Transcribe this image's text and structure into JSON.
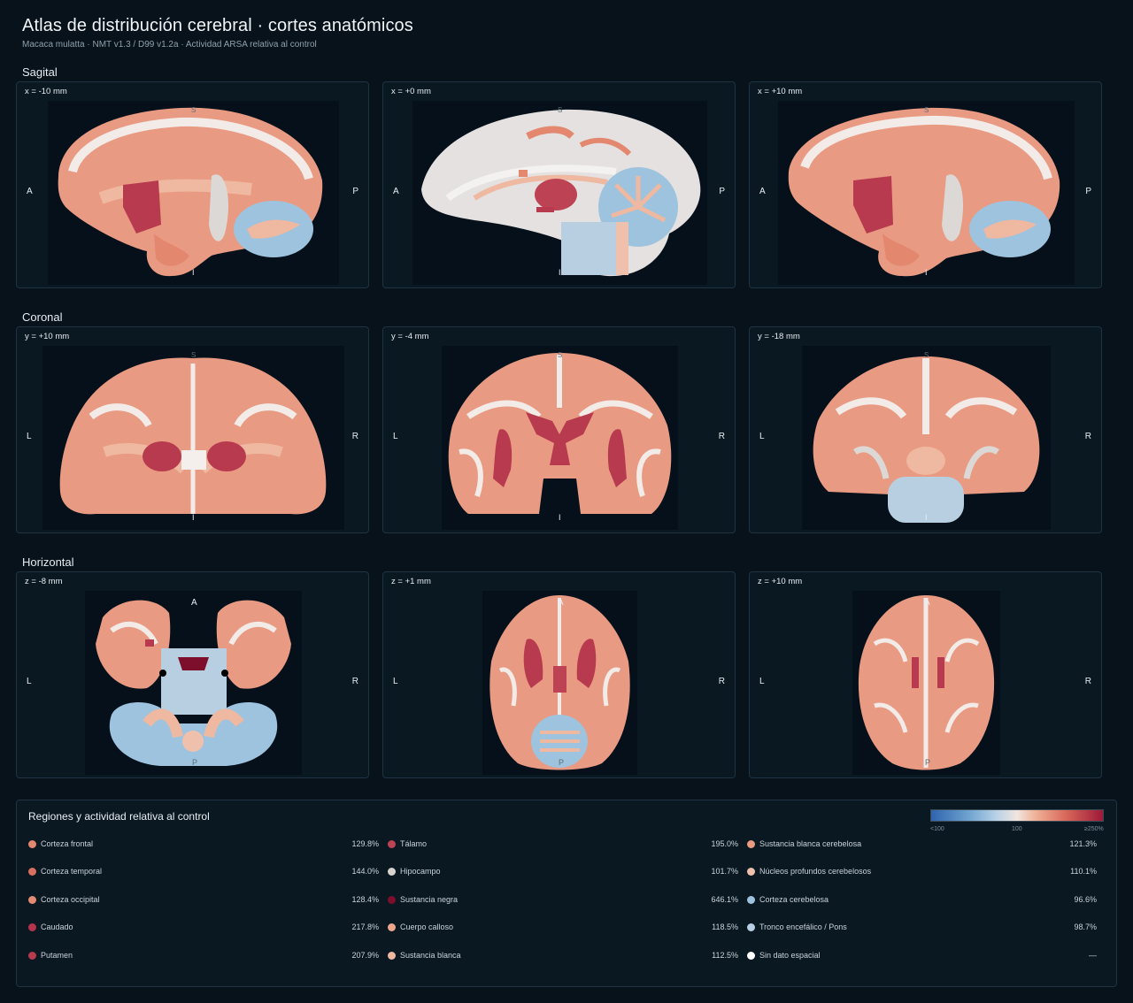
{
  "header": {
    "title": "Atlas de distribución cerebral · cortes anatómicos",
    "subtitle": "Macaca mulatta · NMT v1.3 / D99 v1.2a · Actividad ARSA relativa al control"
  },
  "sections": [
    {
      "label": "Sagital",
      "panels": [
        {
          "coord": "x = -10 mm",
          "left": "A",
          "right": "P",
          "top": "S",
          "bottom": "I"
        },
        {
          "coord": "x = +0 mm",
          "left": "A",
          "right": "P",
          "top": "S",
          "bottom": "I"
        },
        {
          "coord": "x = +10 mm",
          "left": "A",
          "right": "P",
          "top": "S",
          "bottom": "I"
        }
      ]
    },
    {
      "label": "Coronal",
      "panels": [
        {
          "coord": "y = +10 mm",
          "left": "L",
          "right": "R",
          "top": "S",
          "bottom": "I"
        },
        {
          "coord": "y = -4 mm",
          "left": "L",
          "right": "R",
          "top": "S",
          "bottom": "I"
        },
        {
          "coord": "y = -18 mm",
          "left": "L",
          "right": "R",
          "top": "S",
          "bottom": "I"
        }
      ]
    },
    {
      "label": "Horizontal",
      "panels": [
        {
          "coord": "z = -8 mm",
          "left": "L",
          "right": "R",
          "top": "A",
          "bottom": "P"
        },
        {
          "coord": "z = +1 mm",
          "left": "L",
          "right": "R",
          "top": "A",
          "bottom": "P"
        },
        {
          "coord": "z = +10 mm",
          "left": "L",
          "right": "R",
          "top": "A",
          "bottom": "P"
        }
      ]
    }
  ],
  "legend": {
    "title": "Regiones y actividad relativa al control",
    "colorbar": {
      "min_label": "<100",
      "mid_label": "100",
      "max_label": "≥250%"
    },
    "columns": [
      [
        {
          "name": "Corteza frontal",
          "value": "129.8%",
          "color": "#e3876f"
        },
        {
          "name": "Corteza temporal",
          "value": "144.0%",
          "color": "#d8705f"
        },
        {
          "name": "Corteza occipital",
          "value": "128.4%",
          "color": "#e48a72"
        },
        {
          "name": "Caudado",
          "value": "217.8%",
          "color": "#b5344c"
        },
        {
          "name": "Putamen",
          "value": "207.9%",
          "color": "#b83a4f"
        }
      ],
      [
        {
          "name": "Tálamo",
          "value": "195.0%",
          "color": "#bd4354"
        },
        {
          "name": "Hipocampo",
          "value": "101.7%",
          "color": "#d9d3d0"
        },
        {
          "name": "Sustancia negra",
          "value": "646.1%",
          "color": "#7d0f2c"
        },
        {
          "name": "Cuerpo calloso",
          "value": "118.5%",
          "color": "#eda58c"
        },
        {
          "name": "Sustancia blanca",
          "value": "112.5%",
          "color": "#efb8a0"
        }
      ],
      [
        {
          "name": "Sustancia blanca cerebelosa",
          "value": "121.3%",
          "color": "#e99a82"
        },
        {
          "name": "Núcleos profundos cerebelosos",
          "value": "110.1%",
          "color": "#efc0ac"
        },
        {
          "name": "Corteza cerebelosa",
          "value": "96.6%",
          "color": "#9dc3de"
        },
        {
          "name": "Tronco encefálico / Pons",
          "value": "98.7%",
          "color": "#b7cfe0"
        },
        {
          "name": "Sin dato espacial",
          "value": "—",
          "color": "#ffffff"
        }
      ]
    ]
  }
}
